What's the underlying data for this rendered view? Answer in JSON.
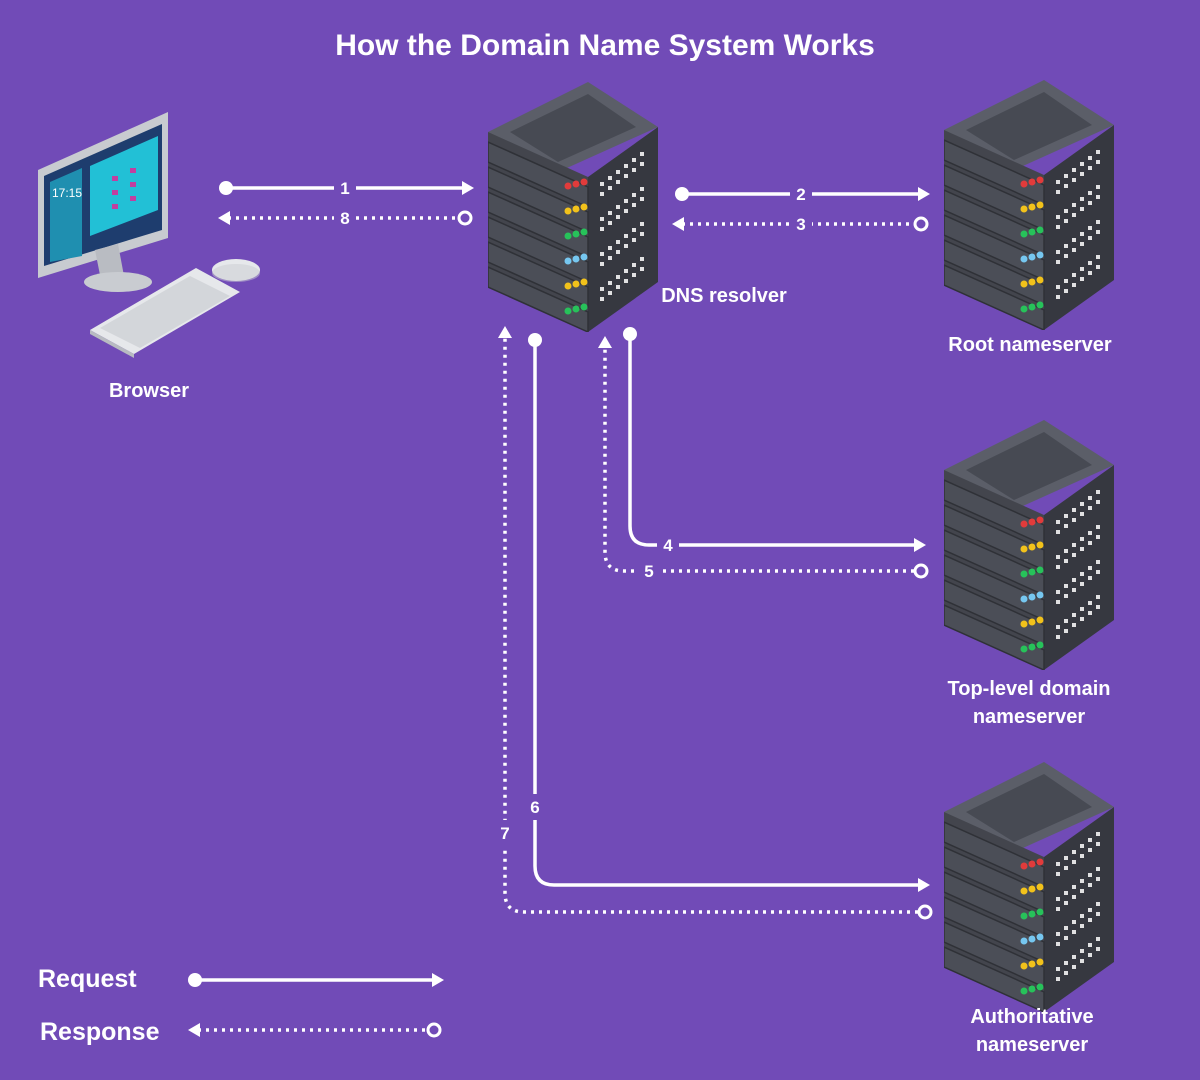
{
  "title": "How the Domain Name System Works",
  "nodes": {
    "browser": "Browser",
    "resolver": "DNS resolver",
    "root": "Root nameserver",
    "tld_line1": "Top-level domain",
    "tld_line2": "nameserver",
    "auth_line1": "Authoritative",
    "auth_line2": "nameserver"
  },
  "steps": [
    "1",
    "2",
    "3",
    "4",
    "5",
    "6",
    "7",
    "8"
  ],
  "monitor": {
    "time": "17:15"
  },
  "legend": {
    "request": "Request",
    "response": "Response"
  },
  "colors": {
    "background": "#714bb7",
    "arrow": "#ffffff",
    "server_body": "#3f4148",
    "led_red": "#e23b3b",
    "led_yellow": "#f2c21b",
    "led_green": "#27c25a",
    "led_blue": "#76c7f0"
  },
  "icons": [
    "desktop-computer-icon",
    "keyboard-icon",
    "mouse-icon",
    "server-rack-icon"
  ]
}
